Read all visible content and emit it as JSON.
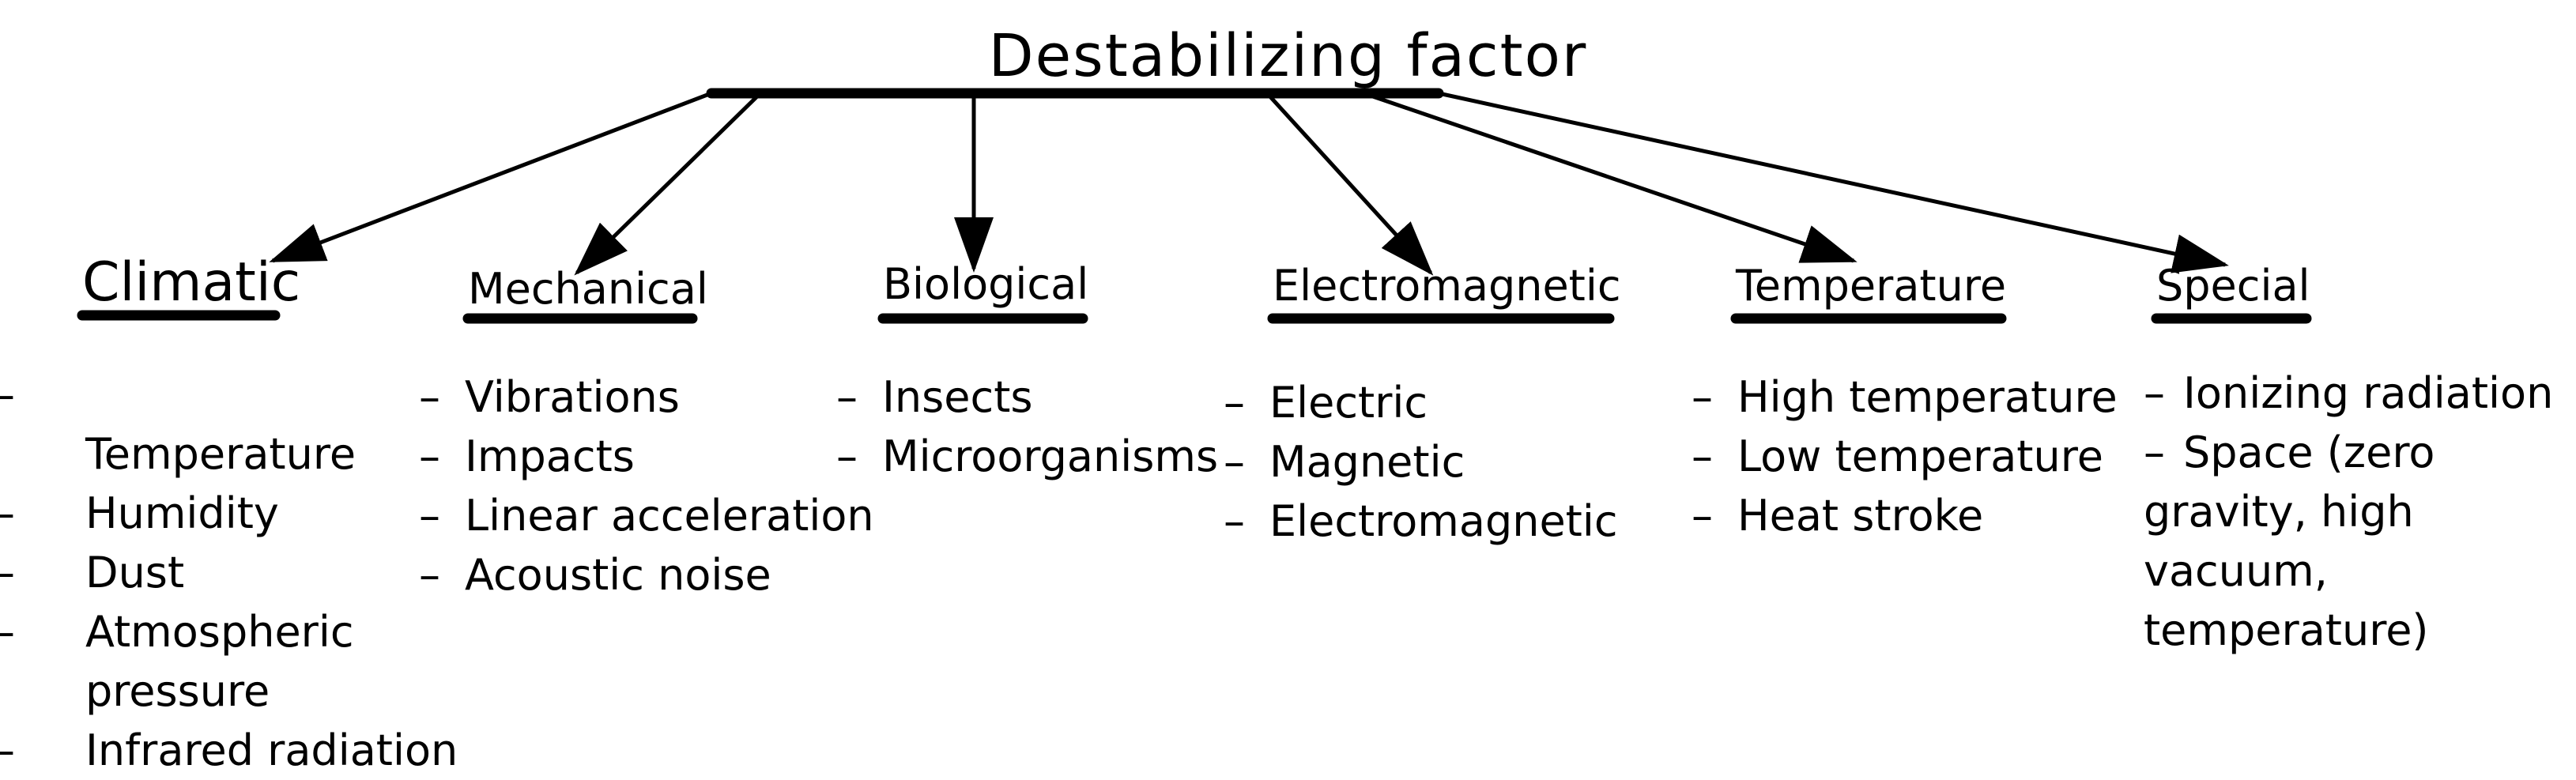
{
  "title": "Destabilizing factor",
  "categories": [
    {
      "label": "Climatic",
      "items": [
        "Temperature",
        "Humidity",
        "Dust",
        "Atmospheric pressure",
        "Infrared radiation"
      ]
    },
    {
      "label": "Mechanical",
      "items": [
        "Vibrations",
        "Impacts",
        "Linear acceleration",
        "Acoustic noise"
      ]
    },
    {
      "label": "Biological",
      "items": [
        "Insects",
        "Microorganisms"
      ]
    },
    {
      "label": "Electromagnetic",
      "items": [
        "Electric",
        "Magnetic",
        "Electromagnetic"
      ]
    },
    {
      "label": "Temperature",
      "items": [
        "High temperature",
        "Low temperature",
        "Heat stroke"
      ]
    },
    {
      "label": "Special",
      "items": [
        "Ionizing radiation",
        "Space (zero gravity, high vacuum, temperature)"
      ]
    }
  ],
  "bullet": "–",
  "colors": {
    "ink": "#000000",
    "background": "#ffffff"
  }
}
